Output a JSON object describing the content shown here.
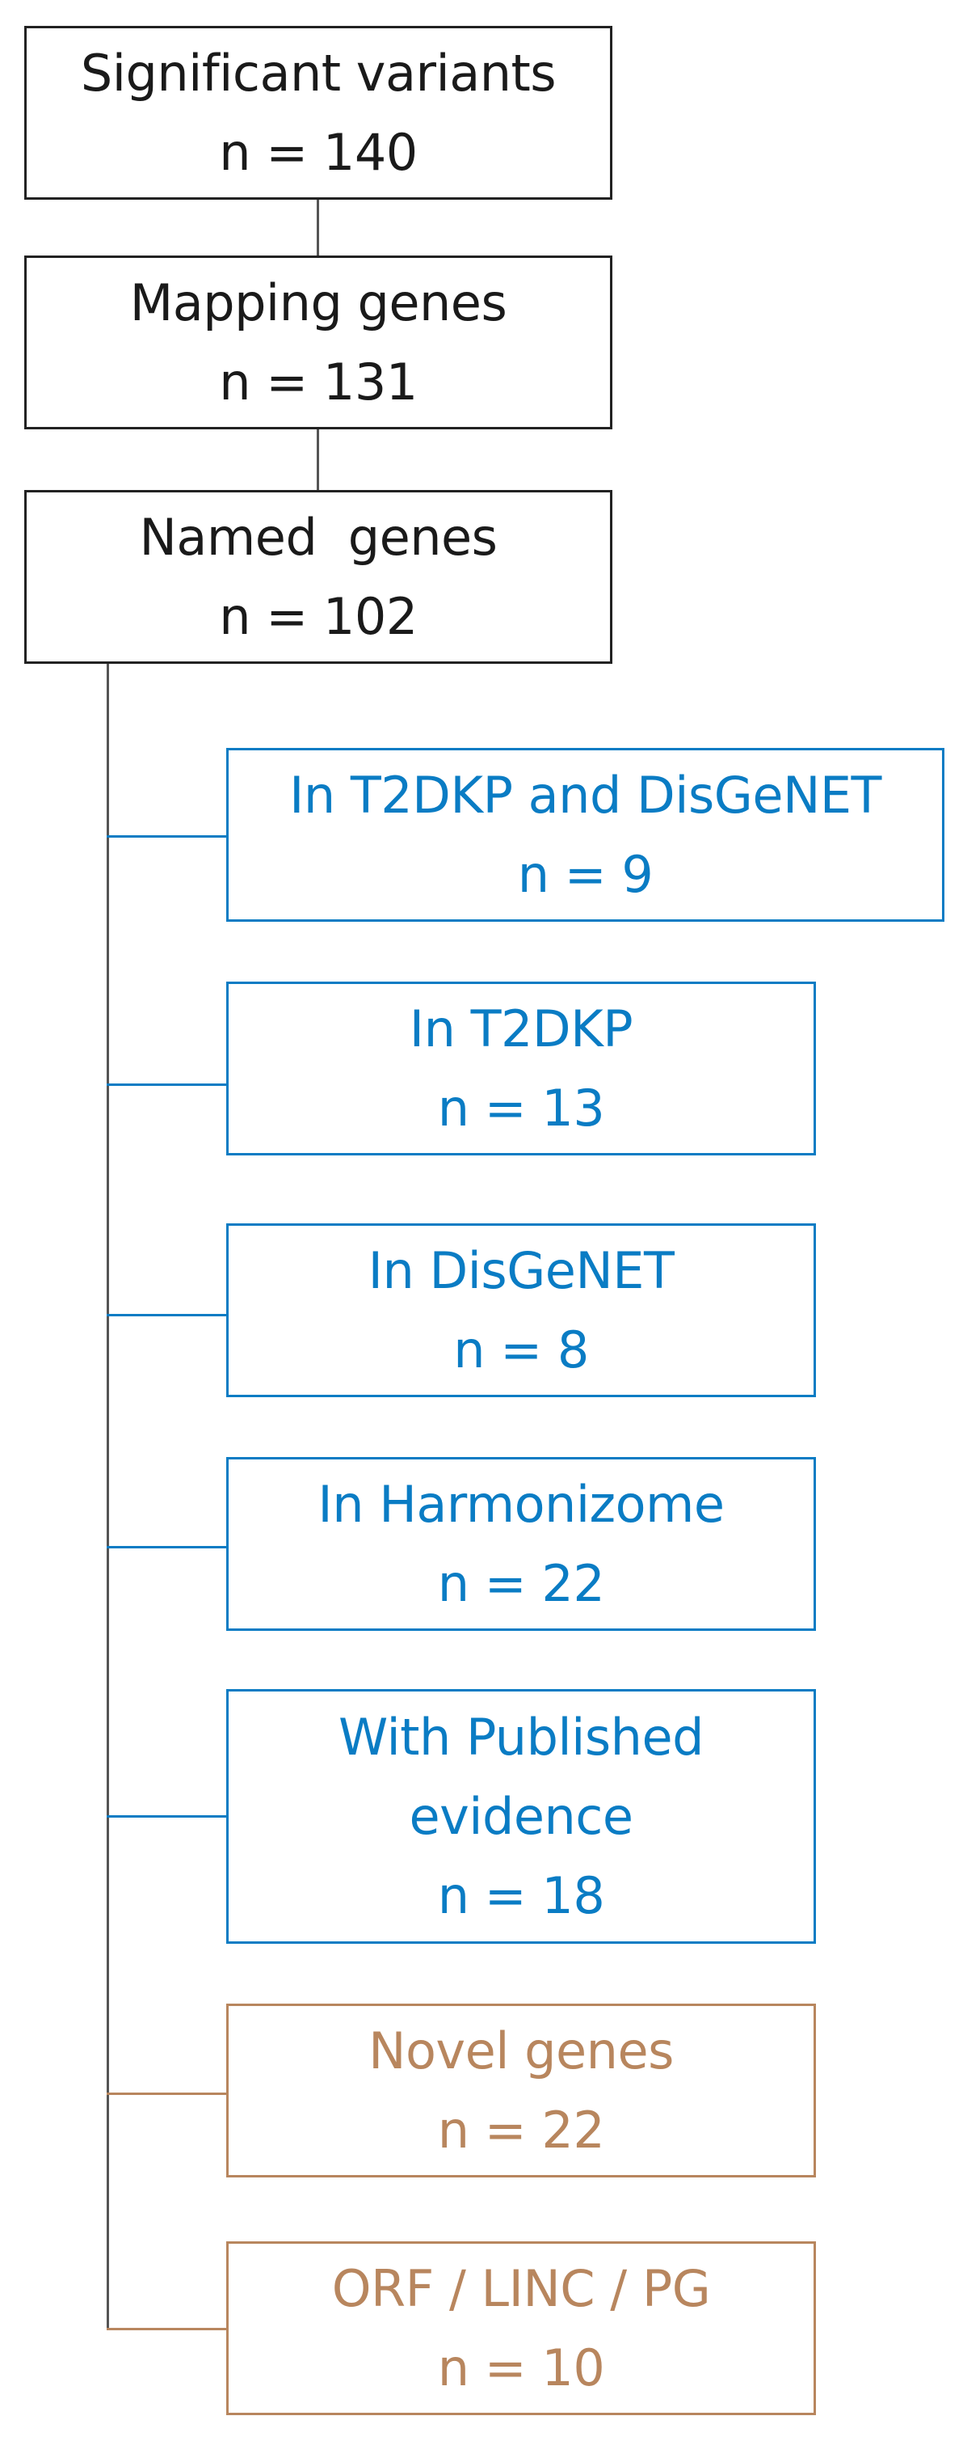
{
  "colors": {
    "neutral_border": "#222222",
    "neutral_text": "#1a1a1a",
    "connector_gray": "#555555",
    "blue": "#0a7cc4",
    "tan": "#b8865e"
  },
  "flow": {
    "steps": [
      {
        "label": "Significant variants",
        "count": "n = 140"
      },
      {
        "label": "Mapping genes",
        "count": "n = 131"
      },
      {
        "label": "Named  genes",
        "count": "n = 102"
      }
    ]
  },
  "categories": [
    {
      "lines": [
        "In T2DKP and DisGeNET",
        "n = 9"
      ],
      "color": "blue"
    },
    {
      "lines": [
        "In T2DKP",
        "n = 13"
      ],
      "color": "blue"
    },
    {
      "lines": [
        "In DisGeNET",
        "n = 8"
      ],
      "color": "blue"
    },
    {
      "lines": [
        "In Harmonizome",
        "n = 22"
      ],
      "color": "blue"
    },
    {
      "lines": [
        "With Published",
        "evidence",
        "n = 18"
      ],
      "color": "blue"
    },
    {
      "lines": [
        "Novel genes",
        "n = 22"
      ],
      "color": "tan"
    },
    {
      "lines": [
        "ORF / LINC / PG",
        "n = 10"
      ],
      "color": "tan"
    }
  ]
}
